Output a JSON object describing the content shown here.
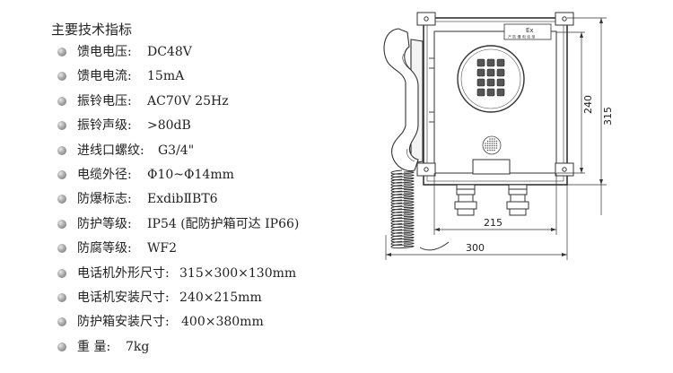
{
  "spec_title": "主要技术指标",
  "specs": [
    {
      "label": "馈电电压:",
      "value": "DC48V"
    },
    {
      "label": "馈电电流:",
      "value": "15mA"
    },
    {
      "label": "振铃电压:",
      "value": "AC70V 25Hz"
    },
    {
      "label": "振铃声级:",
      "value": ">80dB"
    },
    {
      "label": "进线口螺纹:",
      "value": "G3/4\""
    },
    {
      "label": "电缆外径:",
      "value": "Φ10~Φ14mm"
    },
    {
      "label": "防爆标志:",
      "value": "ExdibⅡBT6"
    },
    {
      "label": "防护等级:",
      "value": "IP54 (配防护箱可达 IP66)"
    },
    {
      "label": "防腐等级:",
      "value": "WF2"
    },
    {
      "label": "电话机外形尺寸:",
      "value": "315×300×130mm"
    },
    {
      "label": "电话机安装尺寸:",
      "value": "240×215mm"
    },
    {
      "label": "防护箱安装尺寸:",
      "value": "400×380mm"
    },
    {
      "label": "重      量:",
      "value": "7kg"
    }
  ],
  "drawing": {
    "ex_mark": "Ex",
    "plate_text": "产 防 爆 电 话 型",
    "dims": {
      "mount_height": "240",
      "total_height": "315",
      "mount_width": "215",
      "total_width": "300"
    }
  }
}
